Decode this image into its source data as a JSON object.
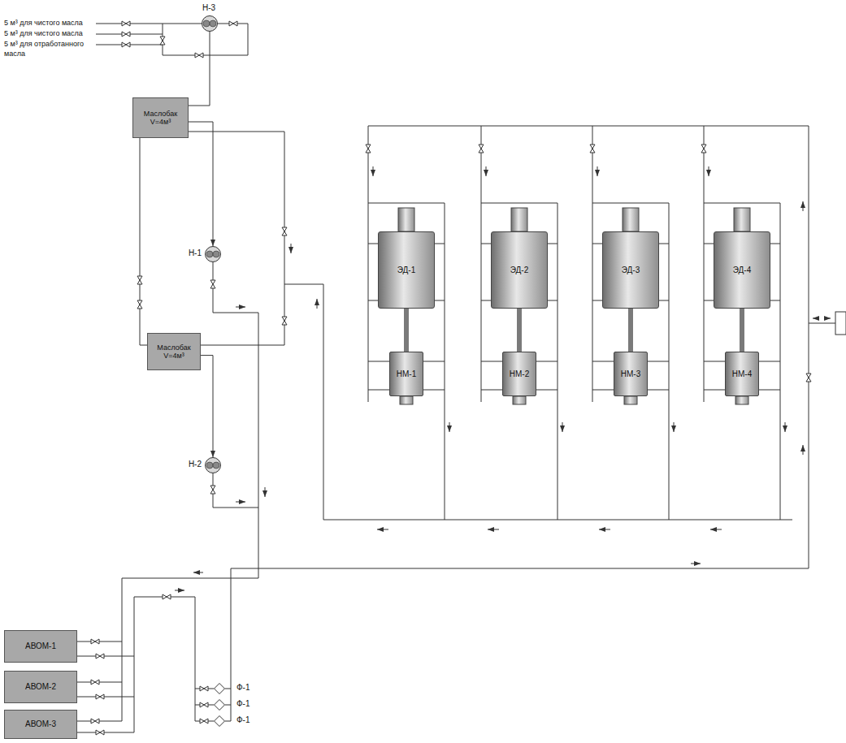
{
  "diagram": {
    "nodes": [
      {
        "text": [
          "Н-3"
        ]
      },
      {
        "text": [
          "Маслобак V=4м³"
        ]
      },
      {
        "text": [
          "Н-1"
        ]
      },
      {
        "text": [
          "Маслобак V=4м³"
        ]
      },
      {
        "text": [
          "Н-2"
        ]
      },
      {
        "text": [
          "ЭД-1"
        ]
      },
      {
        "text": [
          "НМ-1"
        ]
      },
      {
        "text": [
          "ЭД-2"
        ]
      },
      {
        "text": [
          "НМ-2"
        ]
      },
      {
        "text": [
          "ЭД-3"
        ]
      },
      {
        "text": [
          "НМ-3"
        ]
      },
      {
        "text": [
          "ЭД-4"
        ]
      },
      {
        "text": [
          "НМ-4"
        ]
      },
      {
        "text": [
          "АВОМ-1"
        ]
      },
      {
        "text": [
          "АВОМ-2"
        ]
      },
      {
        "text": [
          "АВОМ-3"
        ]
      },
      {
        "text": [
          "Ф-1"
        ]
      },
      {
        "text": [
          "Ф-1"
        ]
      },
      {
        "text": [
          "Ф-1"
        ]
      }
    ],
    "edges": [
      {
        "from": 0,
        "to": 1,
        "arrow": "none"
      },
      {
        "from": 1,
        "to": 2,
        "arrow": "to"
      },
      {
        "from": 3,
        "to": 4,
        "arrow": "to"
      },
      {
        "from": 5,
        "to": 6,
        "arrow": "none"
      },
      {
        "from": 7,
        "to": 8,
        "arrow": "none"
      },
      {
        "from": 9,
        "to": 10,
        "arrow": "none"
      },
      {
        "from": 11,
        "to": 12,
        "arrow": "none"
      }
    ],
    "labels": [
      "5 м³ для чистого масла",
      "5 м³ для чистого масла",
      "5 м³ для отработанного масла"
    ]
  }
}
